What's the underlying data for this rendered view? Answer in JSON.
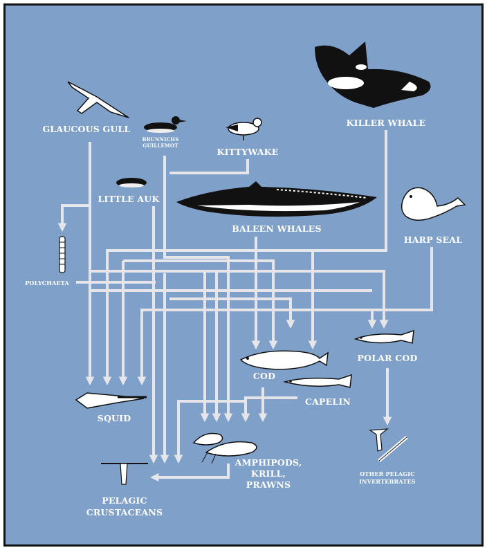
{
  "diagram": {
    "background": "#7fa0c8",
    "arrow_color": "#e6e6ea",
    "nodes": {
      "glaucous_gull": "GLAUCOUS GULL",
      "brunnichs_guillemot": [
        "BRUNNICHS",
        "GUILLEMOT"
      ],
      "kittywake": "KITTYWAKE",
      "killer_whale": "KILLER WHALE",
      "little_auk": "LITTLE AUK",
      "baleen_whales": "BALEEN WHALES",
      "harp_seal": "HARP SEAL",
      "polychaeta": "POLYCHAETA",
      "cod": "COD",
      "polar_cod": "POLAR COD",
      "capelin": "CAPELIN",
      "squid": "SQUID",
      "amphipods": [
        "AMPHIPODS,",
        "KRILL,",
        "PRAWNS"
      ],
      "other_pelagic": [
        "OTHER PELAGIC",
        "INVERTEBRATES"
      ],
      "pelagic_crustaceans": [
        "PELAGIC",
        "CRUSTACEANS"
      ]
    },
    "icons": [
      "gull-icon",
      "guillemot-icon",
      "kittiwake-icon",
      "killer-whale-icon",
      "little-auk-icon",
      "baleen-whale-icon",
      "harp-seal-icon",
      "polychaete-icon",
      "cod-icon",
      "polar-cod-icon",
      "capelin-icon",
      "squid-icon",
      "amphipod-icon",
      "krill-icon",
      "pelagic-invertebrate-icon",
      "pelagic-crustacean-icon"
    ]
  }
}
